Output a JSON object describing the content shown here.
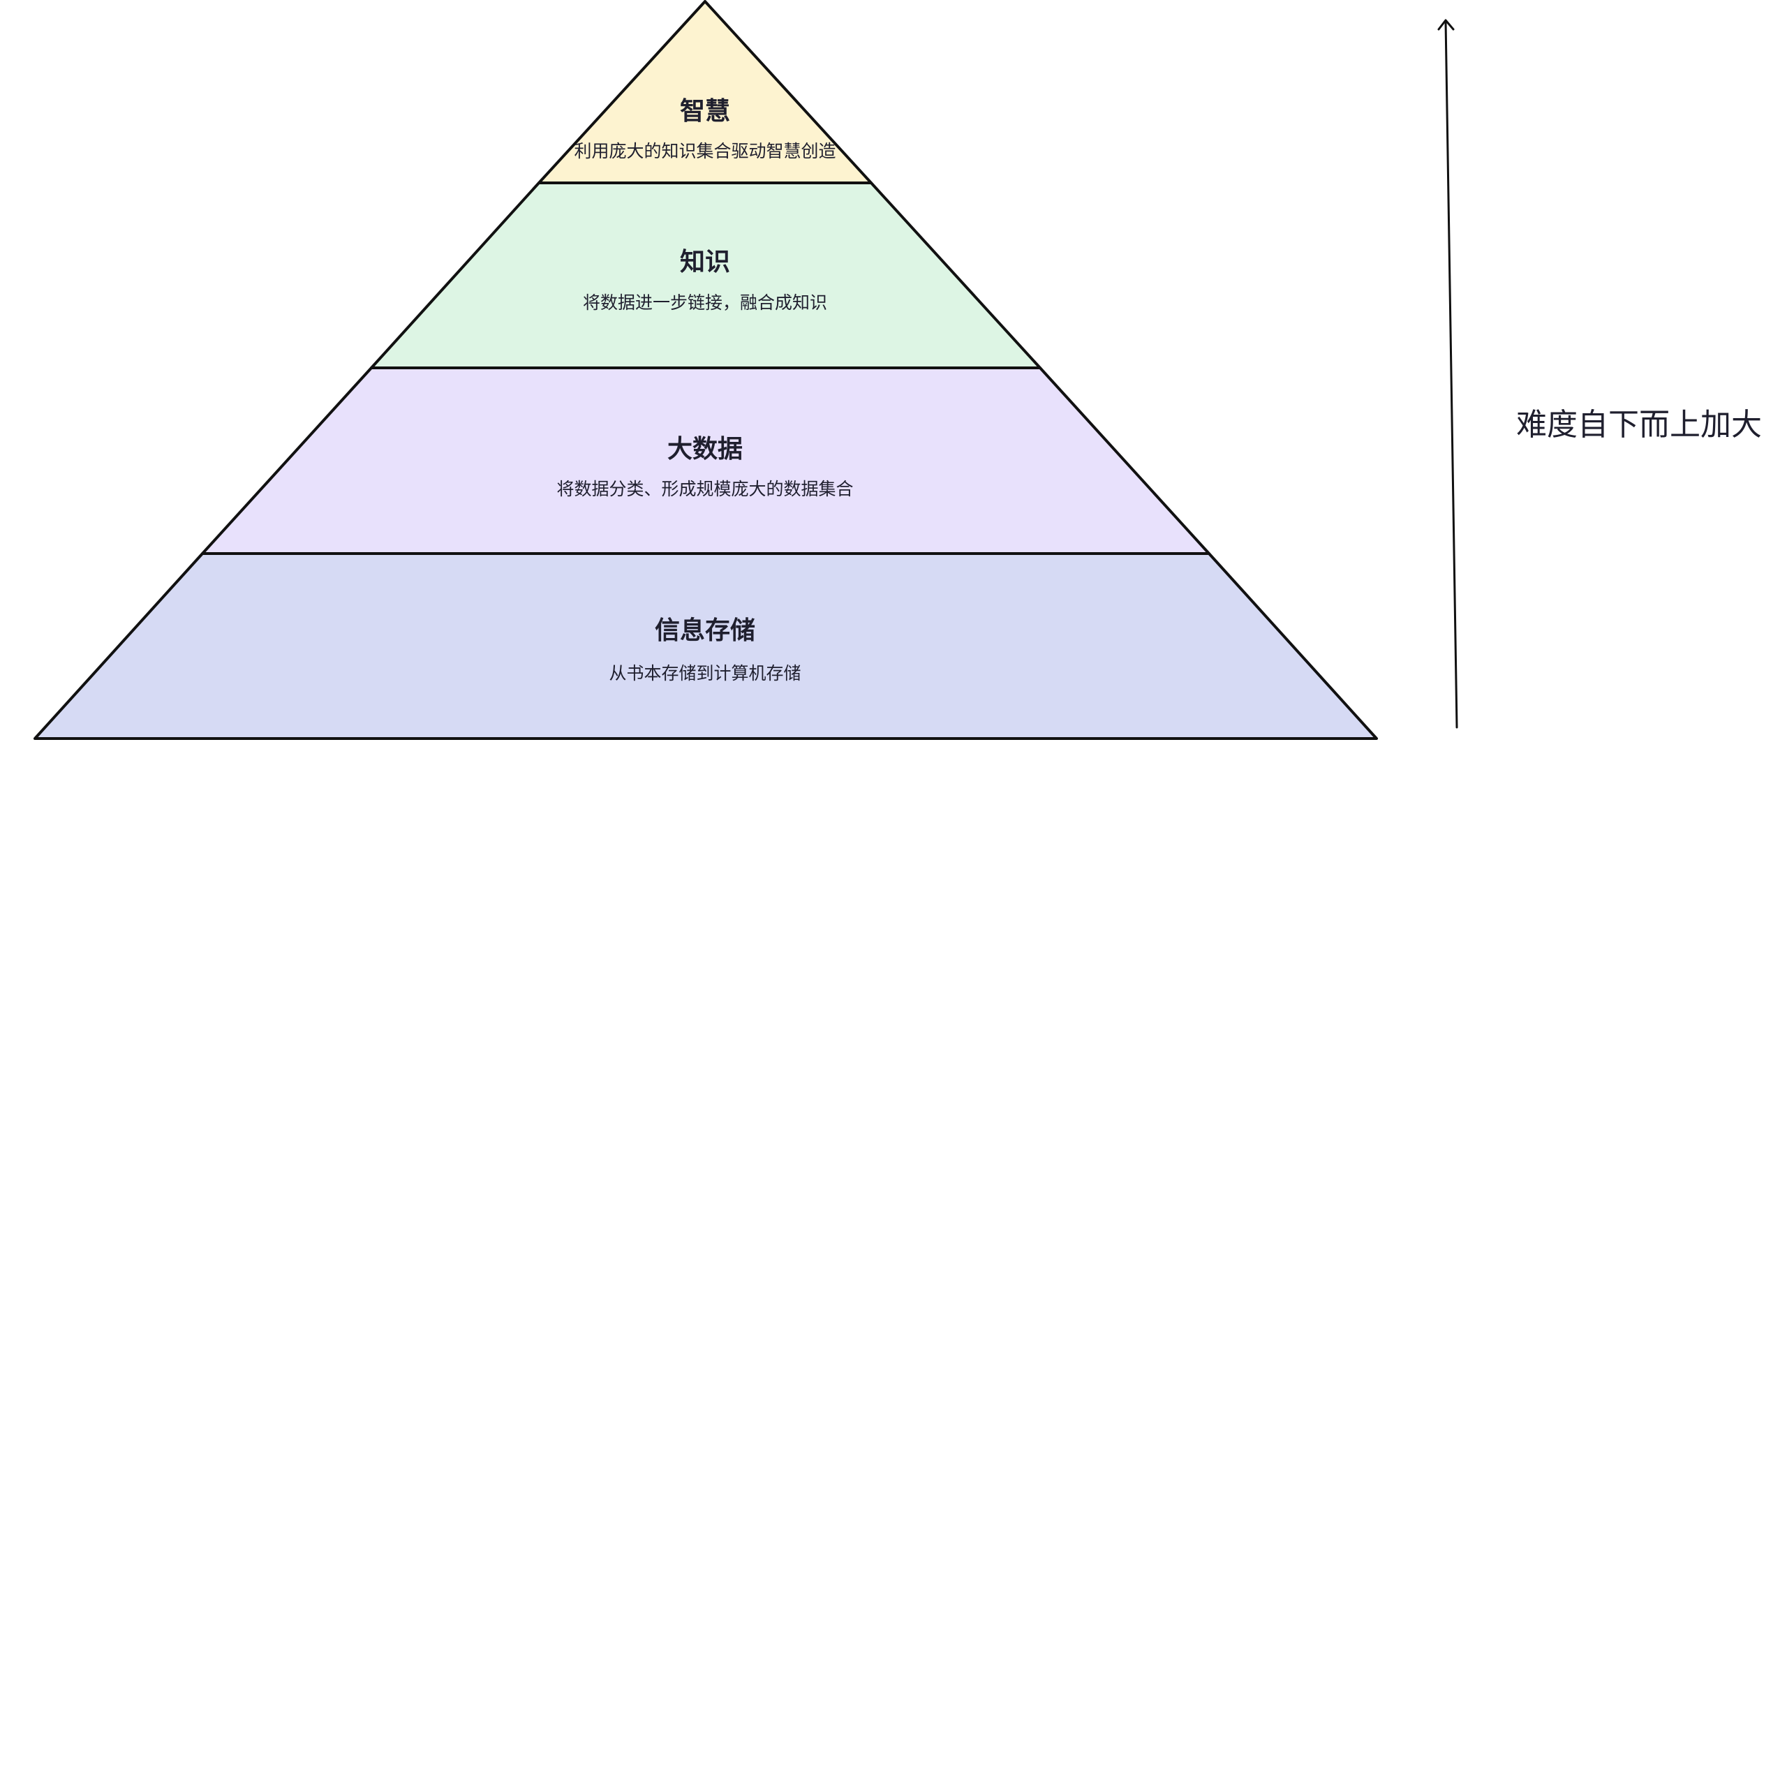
{
  "pyramid": {
    "layers": [
      {
        "title": "智慧",
        "description": "利用庞大的知识集合驱动智慧创造",
        "color": "#fdf3d0"
      },
      {
        "title": "知识",
        "description": "将数据进一步链接，融合成知识",
        "color": "#ddf5e4"
      },
      {
        "title": "大数据",
        "description": "将数据分类、形成规模庞大的数据集合",
        "color": "#e8e1fc"
      },
      {
        "title": "信息存储",
        "description": "从书本存储到计算机存储",
        "color": "#d6daf4"
      }
    ]
  },
  "difficulty_arrow": {
    "label": "难度自下而上加大",
    "direction": "up"
  }
}
